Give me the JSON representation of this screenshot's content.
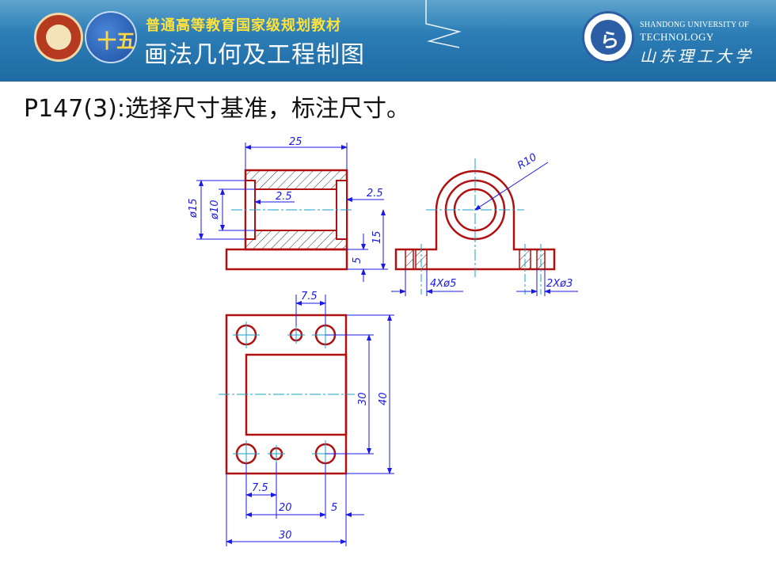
{
  "header": {
    "series_title": "普通高等教育国家级规划教材",
    "book_title": "画法几何及工程制图",
    "university_en_line1": "SHANDONG UNIVERSITY OF",
    "university_en_line2": "TECHNOLOGY",
    "university_cn": "山东理工大学",
    "logo_b_text": "十五",
    "logo_c_text": "ら",
    "banner_color": "#2a7ab3",
    "series_title_color": "#ffe23a"
  },
  "slide": {
    "heading": "P147(3):选择尺寸基准，标注尺寸。"
  },
  "drawing": {
    "outline_color": "#b01010",
    "dimension_color": "#1a1ae6",
    "centerline_color": "#1aa0c8",
    "dimensions": {
      "front_width": "25",
      "front_hole_depth_left": "2.5",
      "front_hole_depth_right": "2.5",
      "front_diam_outer": "ø15",
      "front_diam_inner": "ø10",
      "front_height": "15",
      "front_base": "5",
      "side_radius": "R10",
      "side_holes": "4Xø5",
      "side_small_holes": "2Xø3",
      "top_offset": "7.5",
      "top_height_inner": "30",
      "top_height_outer": "40",
      "bottom_offset": "7.5",
      "bottom_span": "20",
      "bottom_edge": "5",
      "bottom_width": "30"
    }
  }
}
